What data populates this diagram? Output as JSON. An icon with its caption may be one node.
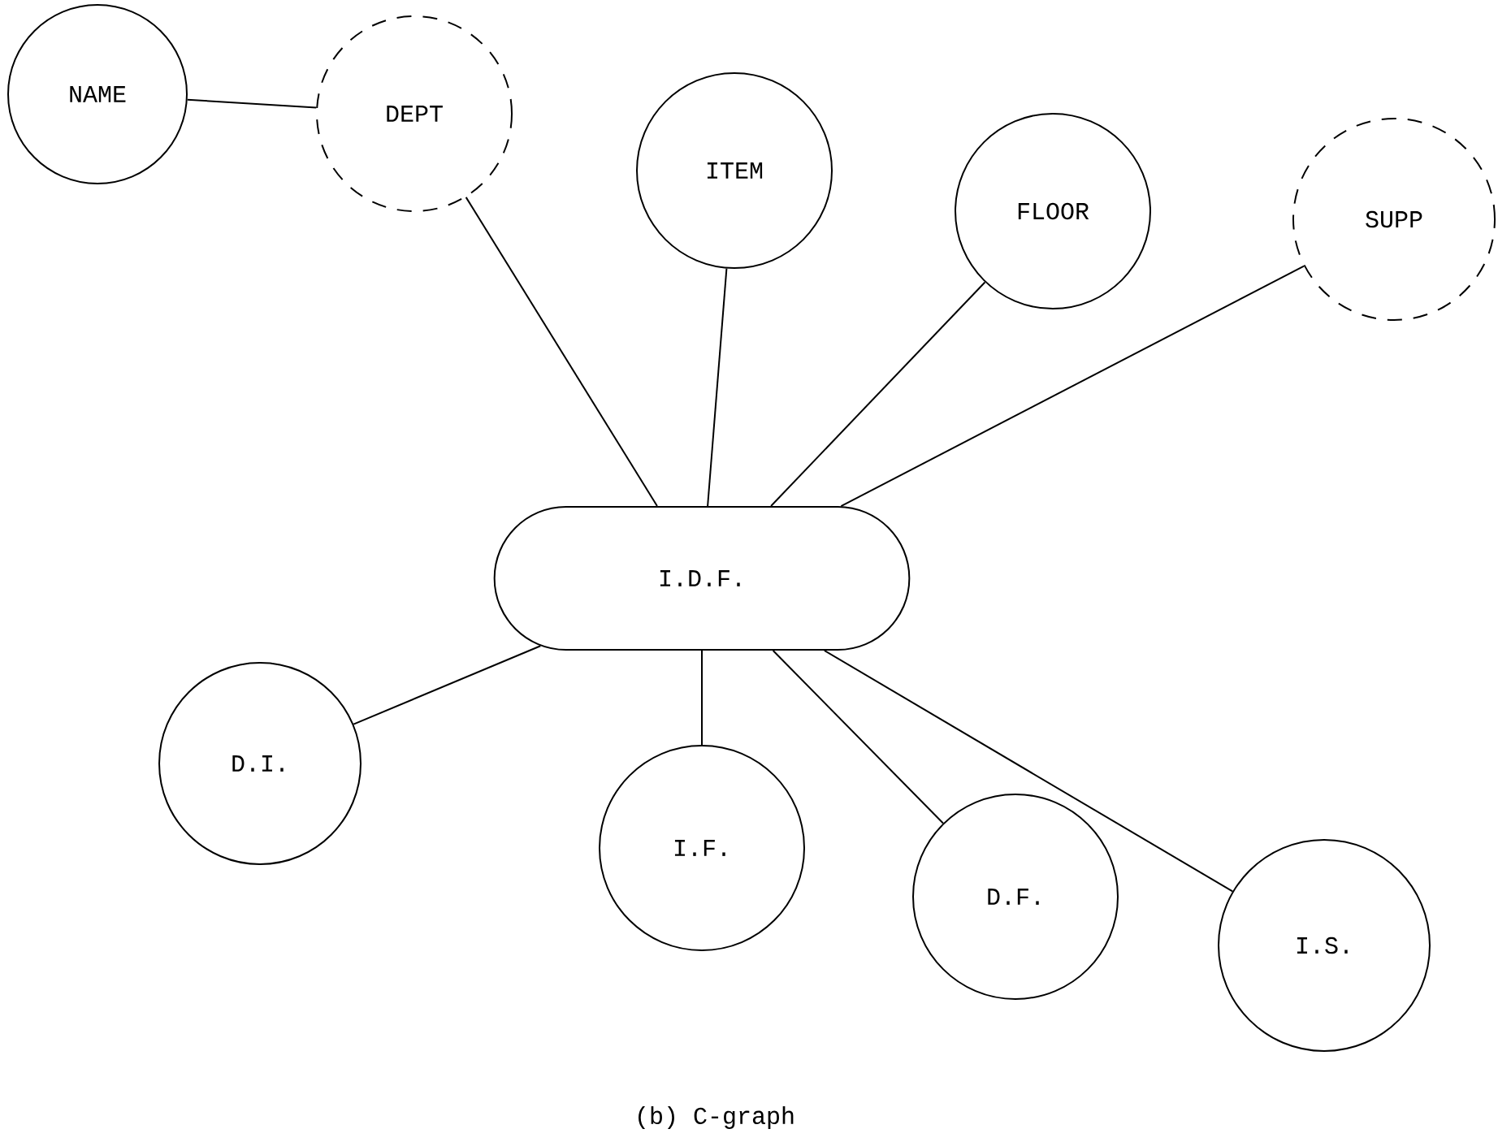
{
  "diagram": {
    "caption": "(b) C-graph",
    "nodes": [
      {
        "text": [
          "NAME"
        ]
      },
      {
        "text": [
          "DEPT"
        ]
      },
      {
        "text": [
          "ITEM"
        ]
      },
      {
        "text": [
          "FLOOR"
        ]
      },
      {
        "text": [
          "SUPP"
        ]
      },
      {
        "text": [
          "I.D.F."
        ]
      },
      {
        "text": [
          "D.I."
        ]
      },
      {
        "text": [
          "I.F."
        ]
      },
      {
        "text": [
          "D.F."
        ]
      },
      {
        "text": [
          "I.S."
        ]
      }
    ],
    "edges": [
      {
        "from": 0,
        "to": 1,
        "arrow": "none"
      },
      {
        "from": 1,
        "to": 5,
        "arrow": "none"
      },
      {
        "from": 2,
        "to": 5,
        "arrow": "none"
      },
      {
        "from": 3,
        "to": 5,
        "arrow": "none"
      },
      {
        "from": 4,
        "to": 5,
        "arrow": "none"
      },
      {
        "from": 5,
        "to": 6,
        "arrow": "none"
      },
      {
        "from": 5,
        "to": 7,
        "arrow": "none"
      },
      {
        "from": 5,
        "to": 8,
        "arrow": "none"
      },
      {
        "from": 5,
        "to": 9,
        "arrow": "none"
      }
    ]
  }
}
